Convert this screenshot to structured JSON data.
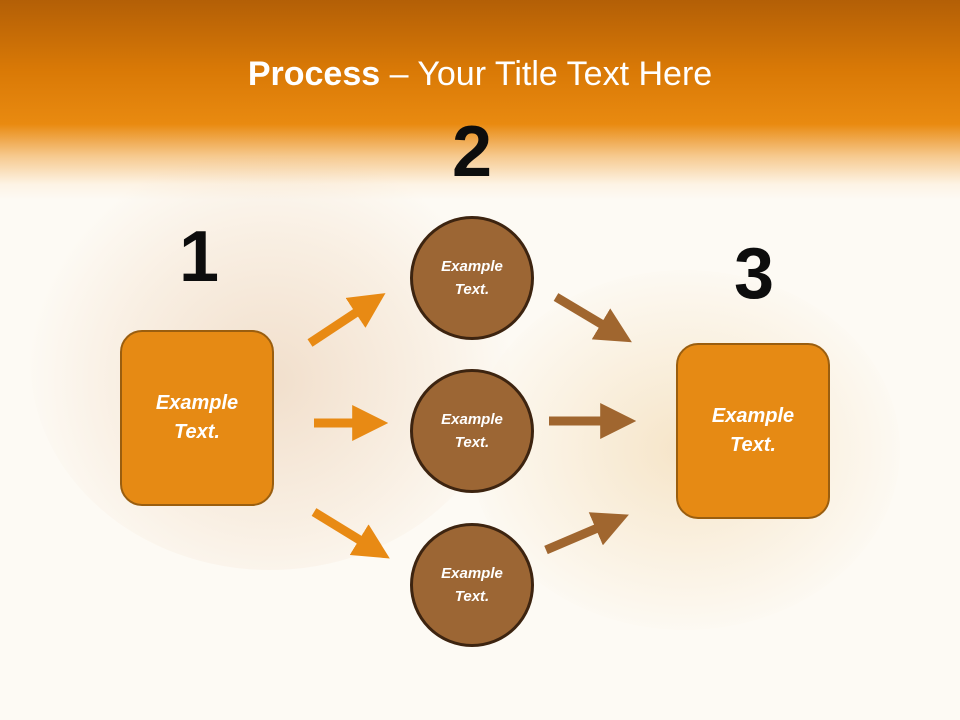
{
  "title": {
    "bold": "Process",
    "rest": " – Your Title Text Here"
  },
  "steps": [
    {
      "number": "1",
      "label": "Example\nText."
    },
    {
      "number": "2",
      "label": "Example\nText."
    },
    {
      "number": "3",
      "label": "Example\nText."
    }
  ],
  "circles": [
    {
      "label": "Example\nText."
    },
    {
      "label": "Example\nText."
    },
    {
      "label": "Example\nText."
    }
  ],
  "colors": {
    "header": "#e38507",
    "box_fill": "#e68a14",
    "box_border": "#9a5e0f",
    "circle_fill": "#9c6634",
    "circle_border": "#3d2410",
    "arrow_left": "#e88a14",
    "arrow_right": "#a0662f",
    "number": "#0d0d0d"
  }
}
